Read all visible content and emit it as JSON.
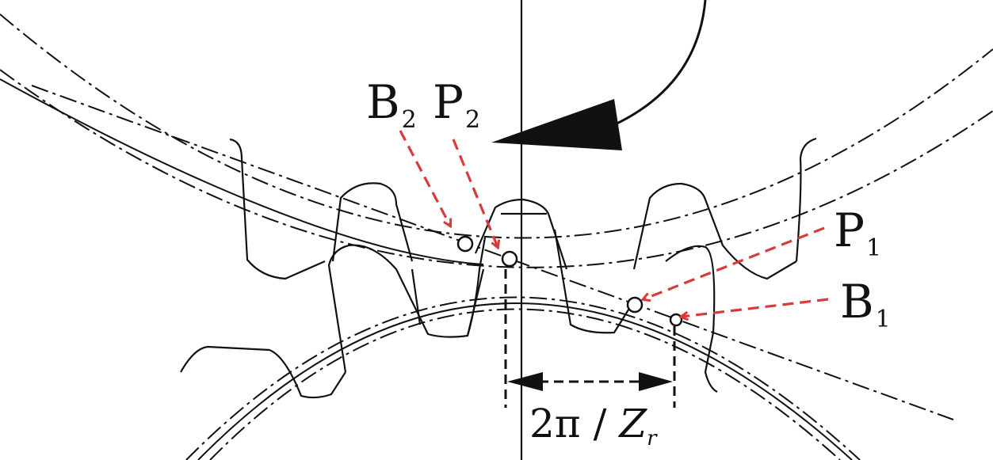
{
  "labels": {
    "b2": {
      "main": "B",
      "sub": "2"
    },
    "p2": {
      "main": "P",
      "sub": "2"
    },
    "p1": {
      "main": "P",
      "sub": "1"
    },
    "b1": {
      "main": "B",
      "sub": "1"
    }
  },
  "dimension": {
    "prefix": "2π / ",
    "var": "Z",
    "sub": "r"
  },
  "colors": {
    "arrow": "#d93a3a",
    "line": "#111111",
    "background": "#ffffff"
  }
}
